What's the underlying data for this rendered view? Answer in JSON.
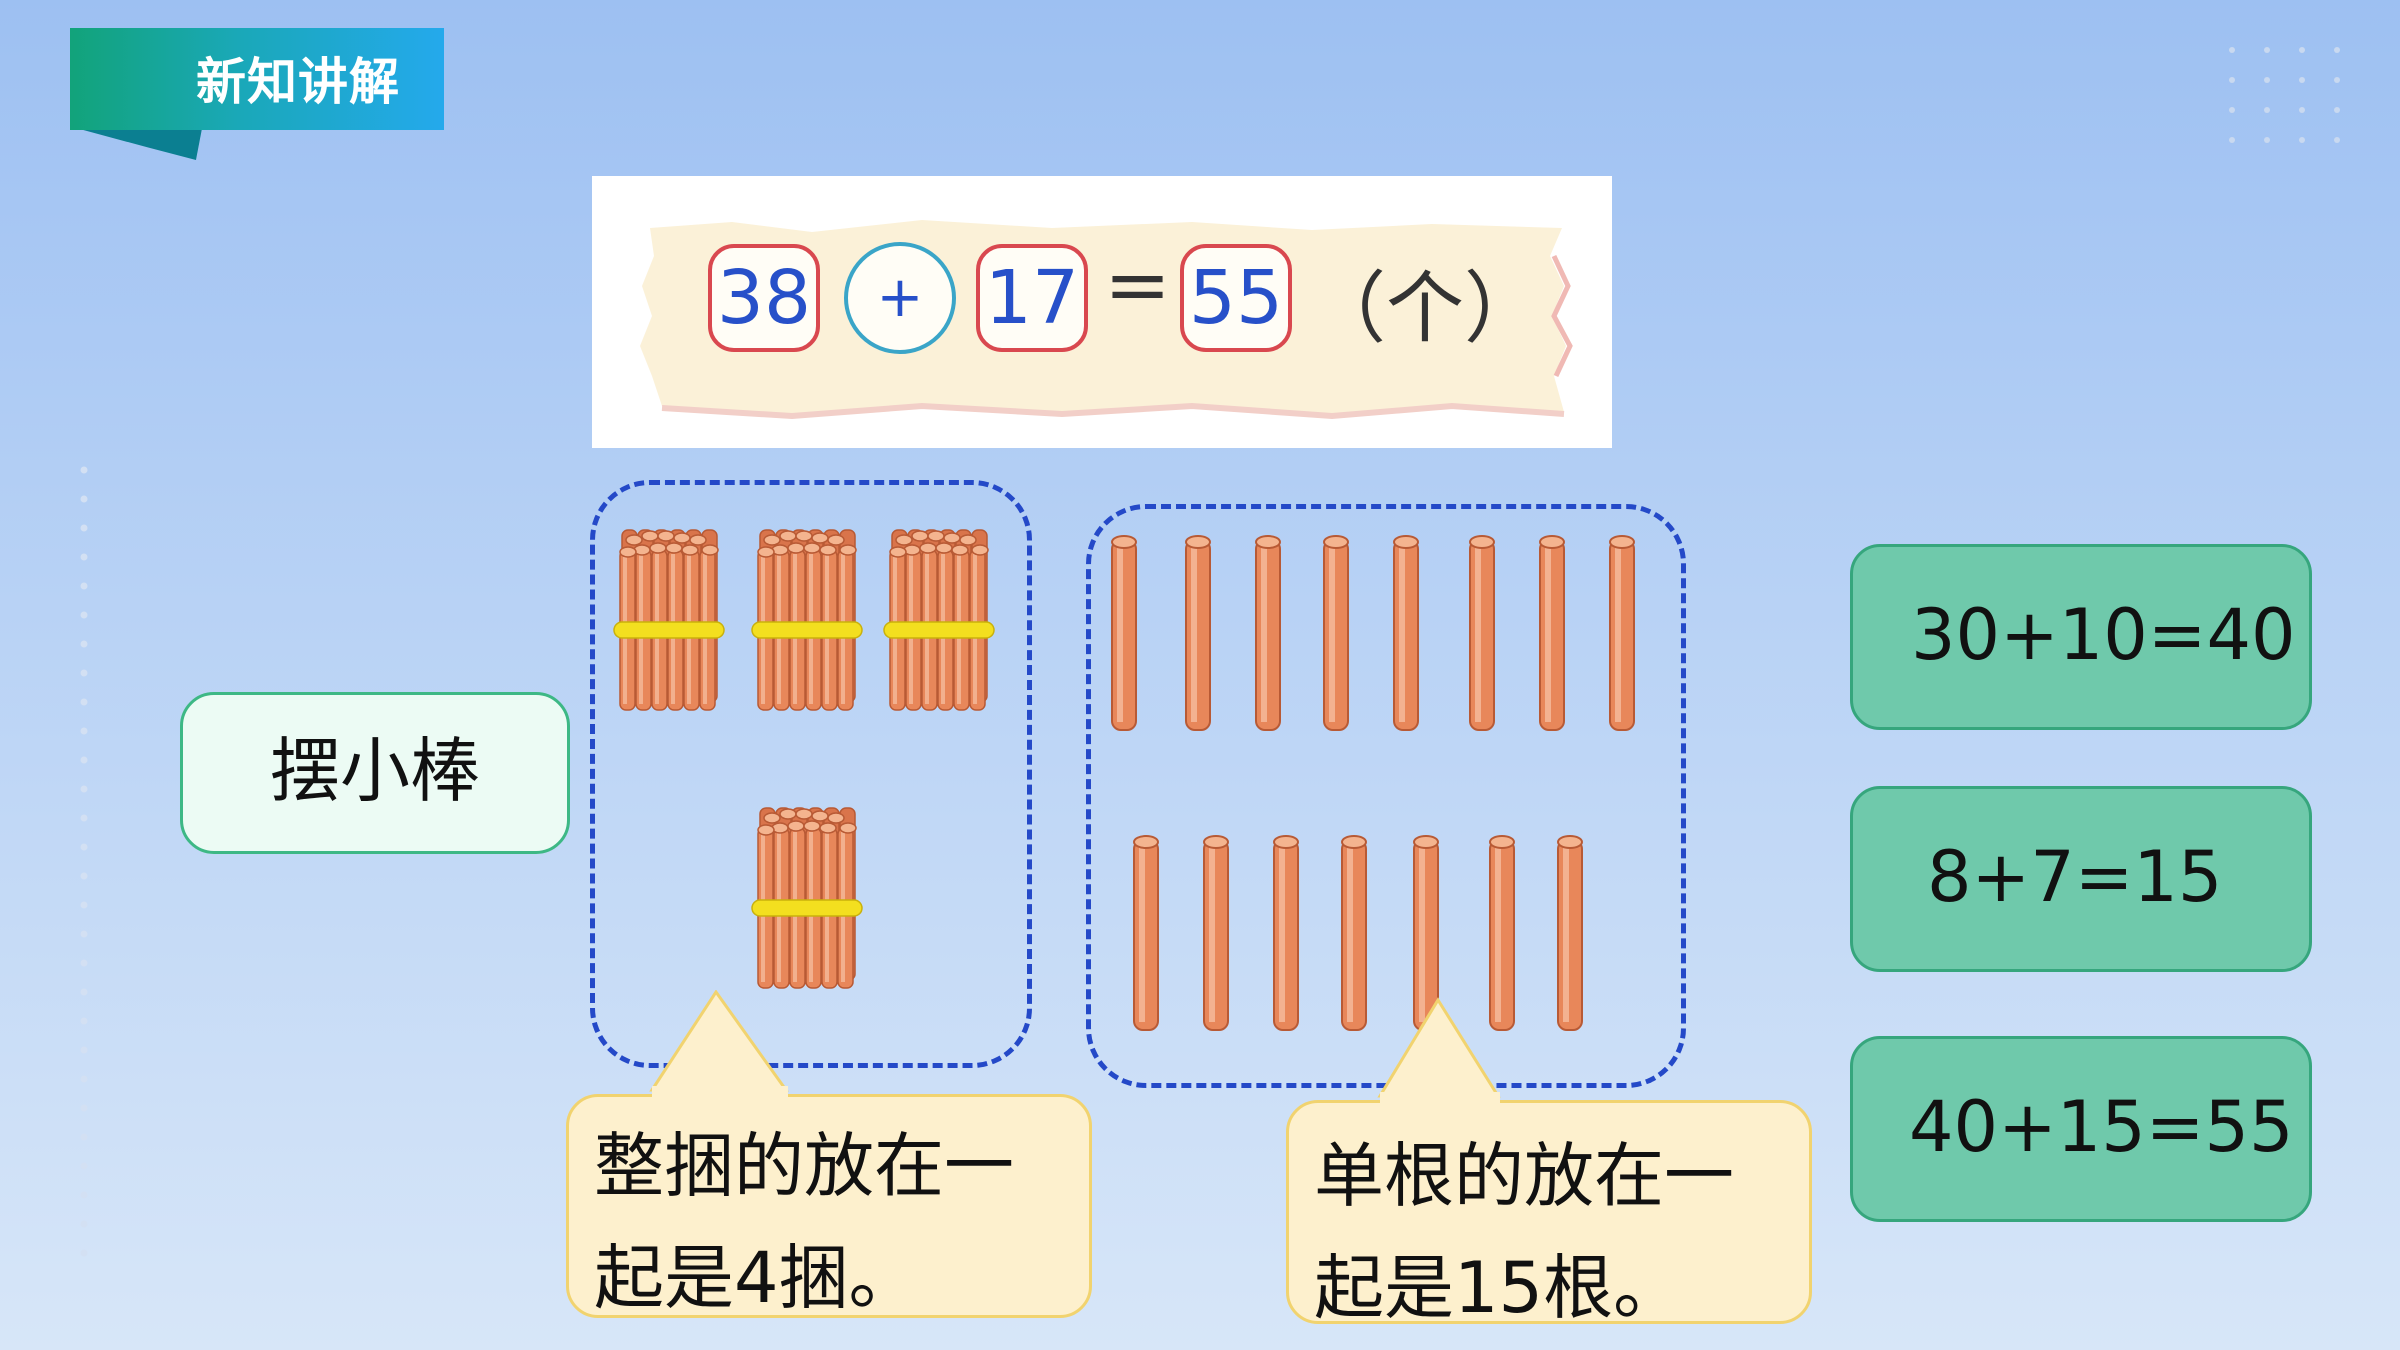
{
  "header": {
    "title": "新知讲解"
  },
  "equation": {
    "addend1": "38",
    "operator": "+",
    "addend2": "17",
    "equals": "=",
    "result": "55",
    "unit": "（个）"
  },
  "method_label": "摆小棒",
  "bundles": {
    "bundle_count": 4
  },
  "singles": {
    "stick_count": 15
  },
  "callouts": {
    "bundles_line1": "整捆的放在一",
    "bundles_line2": "起是4捆。",
    "singles_line1": "单根的放在一",
    "singles_line2": "起是15根。"
  },
  "steps": [
    "30+10=40",
    "8+7=15",
    "40+15=55"
  ],
  "colors": {
    "stick": "#e8875a",
    "band": "#f3df1f",
    "dash": "#2449c8",
    "pill": "#6fc9ab",
    "callout": "#fdf0cd"
  }
}
